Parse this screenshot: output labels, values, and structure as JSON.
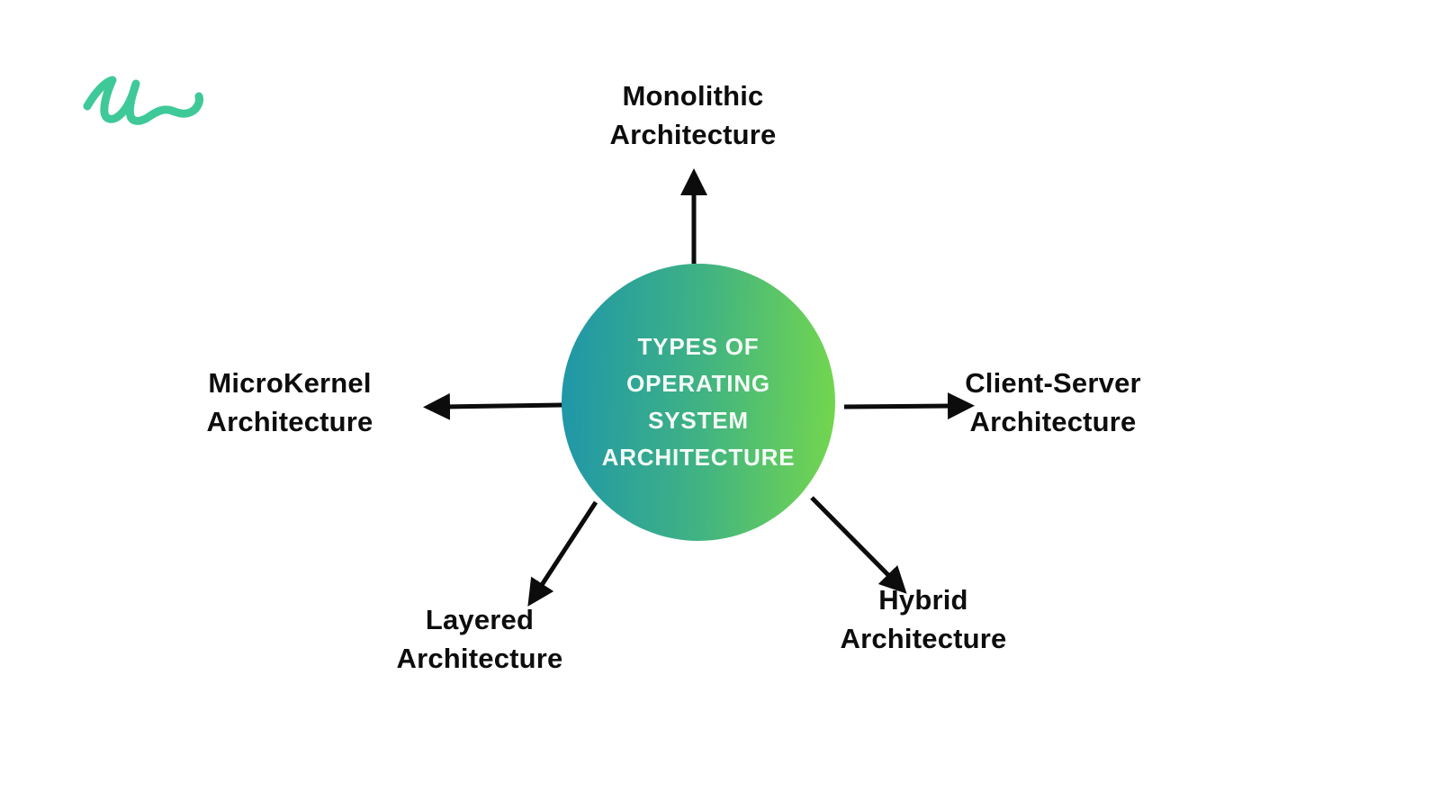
{
  "canvas": {
    "background": "#ffffff"
  },
  "logo": {
    "icon": "cursive-u-logo-icon",
    "color": "#3fc998"
  },
  "center_node": {
    "lines": [
      "TYPES OF",
      "OPERATING",
      "SYSTEM",
      "ARCHITECTURE"
    ],
    "gradient_from": "#1e96a9",
    "gradient_mid": "#3fb284",
    "gradient_to": "#74d74d",
    "text_color": "#f4fbf7"
  },
  "branches": [
    {
      "id": "monolithic",
      "lines": [
        "Monolithic",
        "Architecture"
      ],
      "position": "top"
    },
    {
      "id": "client-server",
      "lines": [
        "Client-Server",
        "Architecture"
      ],
      "position": "right"
    },
    {
      "id": "hybrid",
      "lines": [
        "Hybrid",
        "Architecture"
      ],
      "position": "bottom-right"
    },
    {
      "id": "layered",
      "lines": [
        "Layered",
        "Architecture"
      ],
      "position": "bottom-left"
    },
    {
      "id": "microkernel",
      "lines": [
        "MicroKernel",
        "Architecture"
      ],
      "position": "left"
    }
  ],
  "styles": {
    "arrow_color": "#0c0c0c",
    "label_color": "#0d0d0d"
  }
}
